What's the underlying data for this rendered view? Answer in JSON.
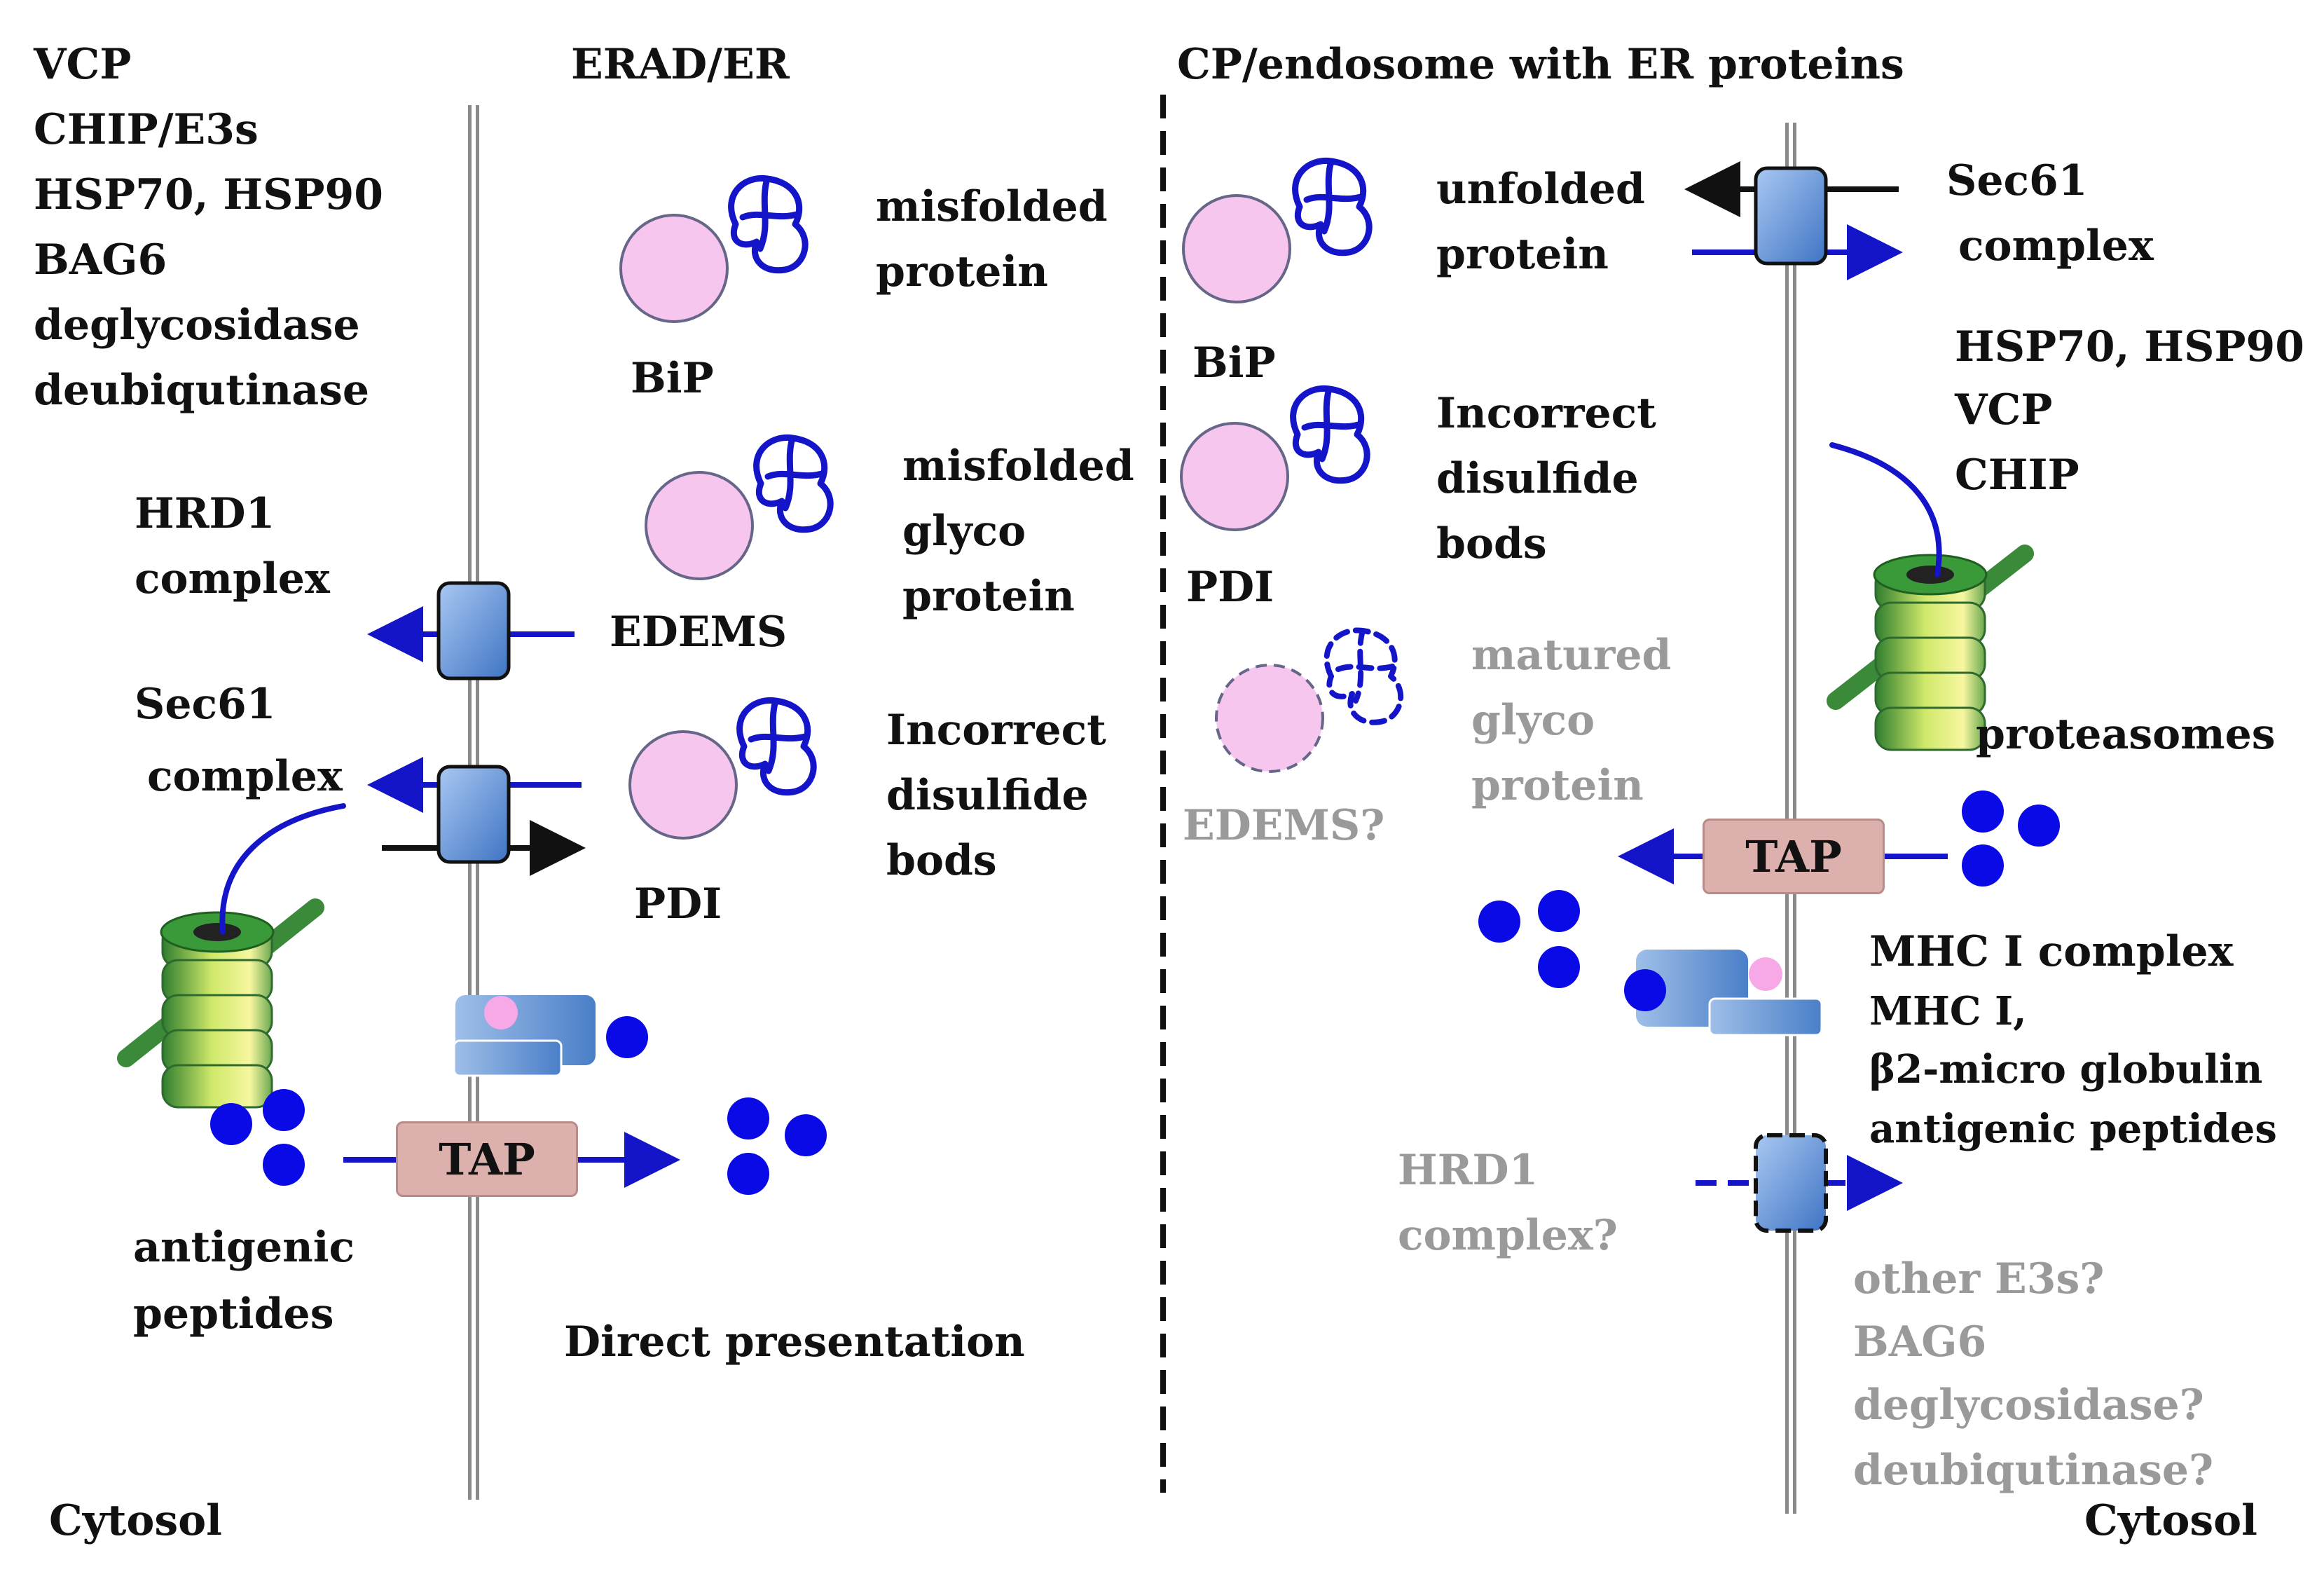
{
  "left": {
    "cytosol_factors": [
      "VCP",
      "CHIP/E3s",
      "HSP70, HSP90",
      "BAG6",
      "deglycosidase",
      "deubiqutinase"
    ],
    "er_title": "ERAD/ER",
    "substrates": [
      {
        "chaperone": "BiP",
        "desc_lines": [
          "misfolded",
          "protein"
        ]
      },
      {
        "chaperone": "EDEMS",
        "desc_lines": [
          "misfolded",
          "glyco",
          "protein"
        ]
      },
      {
        "chaperone": "PDI",
        "desc_lines": [
          "Incorrect",
          "disulfide",
          "bods"
        ]
      }
    ],
    "hrd1_lines": [
      "HRD1",
      "complex"
    ],
    "sec61_lines": [
      "Sec61",
      "complex"
    ],
    "tap": "TAP",
    "antigenic_lines": [
      "antigenic",
      "peptides"
    ],
    "direct_presentation": "Direct presentation",
    "cytosol": "Cytosol"
  },
  "right": {
    "title": "CP/endosome with ER proteins",
    "substrates": [
      {
        "chaperone": "BiP",
        "desc_lines": [
          "unfolded",
          "protein"
        ]
      },
      {
        "chaperone": "PDI",
        "desc_lines": [
          "Incorrect",
          "disulfide",
          "bods"
        ]
      },
      {
        "chaperone": "EDEMS?",
        "desc_lines": [
          "matured",
          "glyco",
          "protein"
        ]
      }
    ],
    "sec61_lines": [
      "Sec61",
      "complex"
    ],
    "chaperone_lines": [
      "HSP70, HSP90",
      "VCP",
      "CHIP"
    ],
    "proteasomes": "proteasomes",
    "tap": "TAP",
    "mhc_lines": [
      "MHC I complex",
      "MHC I,",
      "β2-micro globulin",
      "antigenic peptides"
    ],
    "hrd1_lines": [
      "HRD1",
      "complex?"
    ],
    "other_lines": [
      "other E3s?",
      "BAG6",
      "deglycosidase?",
      "deubiqutinase?"
    ],
    "cytosol": "Cytosol"
  },
  "colors": {
    "chaperone_fill": "#f7c6ef",
    "chaperone_stroke": "#666688",
    "protein_blue": "#1414c8",
    "peptide_blue": "#0a0ae6",
    "channel_blue": "#6a9ee0",
    "membrane_gray": "#8a8a8a",
    "tap_fill": "#dcb0ad",
    "proteasome_green": "#2e8b2e",
    "proteasome_yellow": "#f2f06a",
    "muted_text": "#9a9a9a"
  }
}
